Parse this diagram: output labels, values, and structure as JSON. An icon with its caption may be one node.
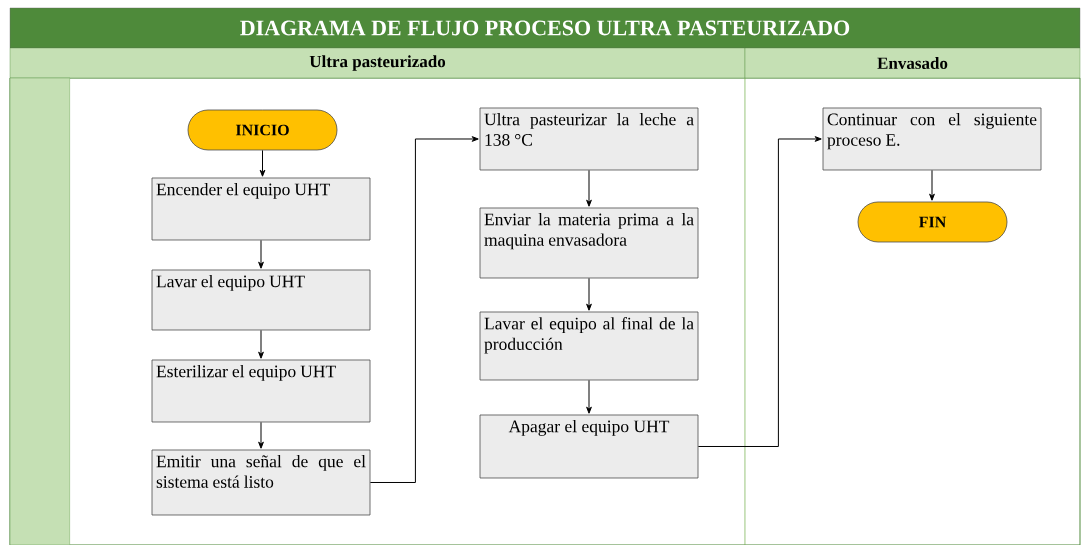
{
  "diagram": {
    "nodes": [
      {
        "text": [
          "DIAGRAMA DE FLUJO PROCESO ULTRA PASTEURIZADO"
        ]
      },
      {
        "text": [
          "Ultra pasteurizado"
        ]
      },
      {
        "text": [
          "Envasado"
        ]
      },
      {
        "text": [],
        "shape": "bar"
      },
      {
        "text": [
          "INICIO"
        ]
      },
      {
        "text": [
          "Encender el equipo UHT"
        ]
      },
      {
        "text": [
          "Lavar el equipo UHT"
        ]
      },
      {
        "text": [
          "Esterilizar el equipo UHT"
        ]
      },
      {
        "text": [
          "Emitir una señal de que el sistema está listo"
        ]
      },
      {
        "text": [
          "Ultra pasteurizar la leche a 138 °C"
        ]
      },
      {
        "text": [
          "Enviar la materia prima a la maquina envasadora"
        ]
      },
      {
        "text": [
          "Lavar el equipo al final de la producción"
        ]
      },
      {
        "text": [
          "Apagar el equipo UHT"
        ]
      },
      {
        "text": [
          "Continuar con el siguiente proceso E."
        ]
      },
      {
        "text": [
          "FIN"
        ]
      }
    ],
    "edges": [
      {
        "from": 4,
        "to": 5,
        "arrow": "to"
      },
      {
        "from": 5,
        "to": 6,
        "arrow": "to"
      },
      {
        "from": 6,
        "to": 7,
        "arrow": "to"
      },
      {
        "from": 7,
        "to": 8,
        "arrow": "to"
      },
      {
        "from": 8,
        "to": 9,
        "arrow": "to"
      },
      {
        "from": 9,
        "to": 10,
        "arrow": "to"
      },
      {
        "from": 10,
        "to": 11,
        "arrow": "to"
      },
      {
        "from": 11,
        "to": 12,
        "arrow": "to"
      },
      {
        "from": 12,
        "to": 13,
        "arrow": "to"
      },
      {
        "from": 13,
        "to": 14,
        "arrow": "to"
      }
    ]
  }
}
